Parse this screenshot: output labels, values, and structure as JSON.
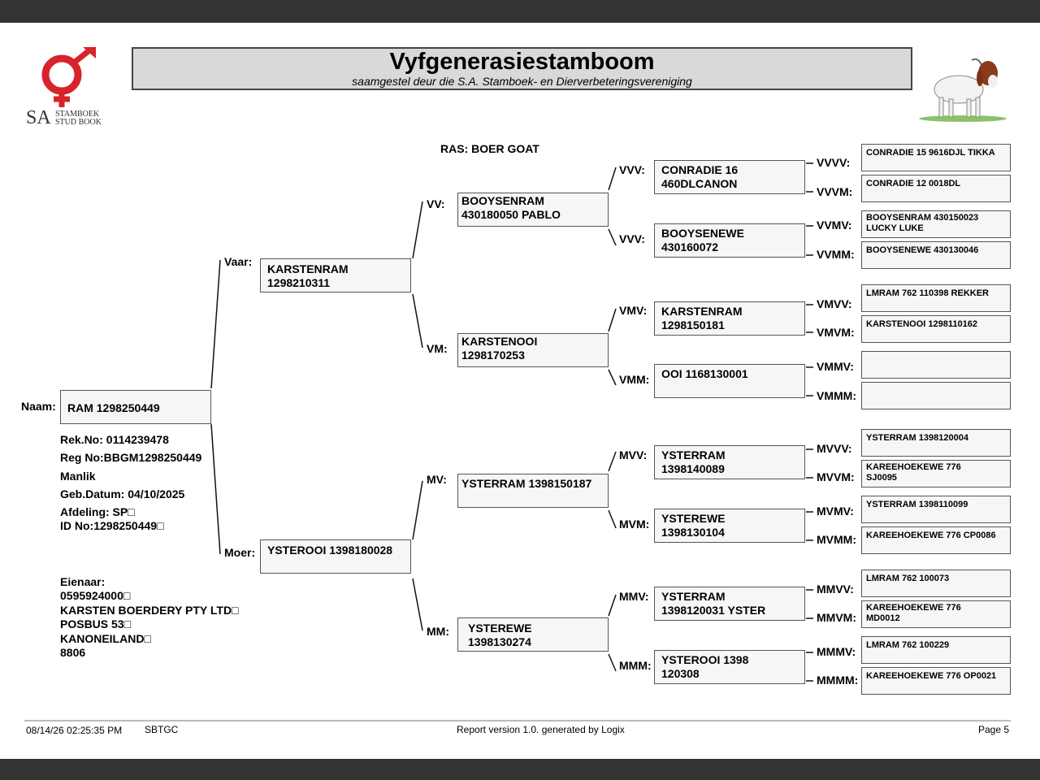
{
  "header": {
    "title": "Vyfgenerasiestamboom",
    "subtitle": "saamgestel deur die S.A. Stamboek- en Dierverbeteringsvereniging",
    "logo_text": "SA",
    "logo_line1": "STAMBOEK",
    "logo_line2": "STUD BOOK",
    "logo_color": "#d8232a"
  },
  "breed": "RAS: BOER GOAT",
  "animal": {
    "name_label": "Naam:",
    "name": "RAM 1298250449",
    "rek_no": "Rek.No: 0114239478",
    "reg_no": "Reg No:BBGM1298250449",
    "sex": "Manlik",
    "birth_date": "Geb.Datum: 04/10/2025",
    "division": "Afdeling: SP□",
    "id_no": "ID No:1298250449□"
  },
  "owner": {
    "label": "Eienaar:",
    "lines": [
      "0595924000□",
      "KARSTEN BOERDERY PTY LTD□",
      "POSBUS 53□",
      "KANONEILAND□",
      "8806"
    ]
  },
  "gen1": {
    "vaar": {
      "label": "Vaar:",
      "line1": "KARSTENRAM",
      "line2": "1298210311"
    },
    "moer": {
      "label": "Moer:",
      "line1": "YSTEROOI 1398180028",
      "line2": ""
    }
  },
  "gen2": {
    "vv": {
      "label": "VV:",
      "line1": "BOOYSENRAM",
      "line2": "430180050 PABLO"
    },
    "vm": {
      "label": "VM:",
      "line1": "KARSTENOOI",
      "line2": "1298170253"
    },
    "mv": {
      "label": "MV:",
      "line1": "YSTERRAM 1398150187",
      "line2": ""
    },
    "mm": {
      "label": "MM:",
      "line1": "YSTEREWE",
      "line2": "1398130274"
    }
  },
  "gen3": [
    {
      "label": "VVV:",
      "line1": "CONRADIE 16",
      "line2": "460DLCANON"
    },
    {
      "label": "VVV:",
      "line1": "BOOYSENEWE",
      "line2": "430160072"
    },
    {
      "label": "VMV:",
      "line1": "KARSTENRAM",
      "line2": "1298150181"
    },
    {
      "label": "VMM:",
      "line1": "OOI 1168130001",
      "line2": ""
    },
    {
      "label": "MVV:",
      "line1": "YSTERRAM",
      "line2": "1398140089"
    },
    {
      "label": "MVM:",
      "line1": "YSTEREWE",
      "line2": "1398130104"
    },
    {
      "label": "MMV:",
      "line1": "YSTERRAM",
      "line2": "1398120031 YSTER"
    },
    {
      "label": "MMM:",
      "line1": "YSTEROOI 1398",
      "line2": "120308"
    }
  ],
  "gen4": [
    {
      "label": "VVVV:",
      "line1": "CONRADIE 15 9616DJL TIKKA",
      "line2": ""
    },
    {
      "label": "VVVM:",
      "line1": "CONRADIE 12 0018DL",
      "line2": ""
    },
    {
      "label": "VVMV:",
      "line1": "BOOYSENRAM 430150023",
      "line2": "LUCKY LUKE"
    },
    {
      "label": "VVMM:",
      "line1": "BOOYSENEWE 430130046",
      "line2": ""
    },
    {
      "label": "VMVV:",
      "line1": "LMRAM 762 110398 REKKER",
      "line2": ""
    },
    {
      "label": "VMVM:",
      "line1": "KARSTENOOI 1298110162",
      "line2": ""
    },
    {
      "label": "VMMV:",
      "line1": "",
      "line2": ""
    },
    {
      "label": "VMMM:",
      "line1": "",
      "line2": ""
    },
    {
      "label": "MVVV:",
      "line1": "YSTERRAM 1398120004",
      "line2": ""
    },
    {
      "label": "MVVM:",
      "line1": "KAREEHOEKEWE 776",
      "line2": "SJ0095"
    },
    {
      "label": "MVMV:",
      "line1": "YSTERRAM 1398110099",
      "line2": ""
    },
    {
      "label": "MVMM:",
      "line1": "KAREEHOEKEWE 776 CP0086",
      "line2": ""
    },
    {
      "label": "MMVV:",
      "line1": "LMRAM 762 100073",
      "line2": ""
    },
    {
      "label": "MMVM:",
      "line1": "KAREEHOEKEWE 776",
      "line2": "MD0012"
    },
    {
      "label": "MMMV:",
      "line1": "LMRAM 762 100229",
      "line2": ""
    },
    {
      "label": "MMMM:",
      "line1": "KAREEHOEKEWE 776 OP0021",
      "line2": ""
    }
  ],
  "footer": {
    "datetime": "08/14/26 02:25:35 PM",
    "code": "SBTGC",
    "generator": "Report version 1.0. generated by Logix",
    "page": "Page 5"
  }
}
